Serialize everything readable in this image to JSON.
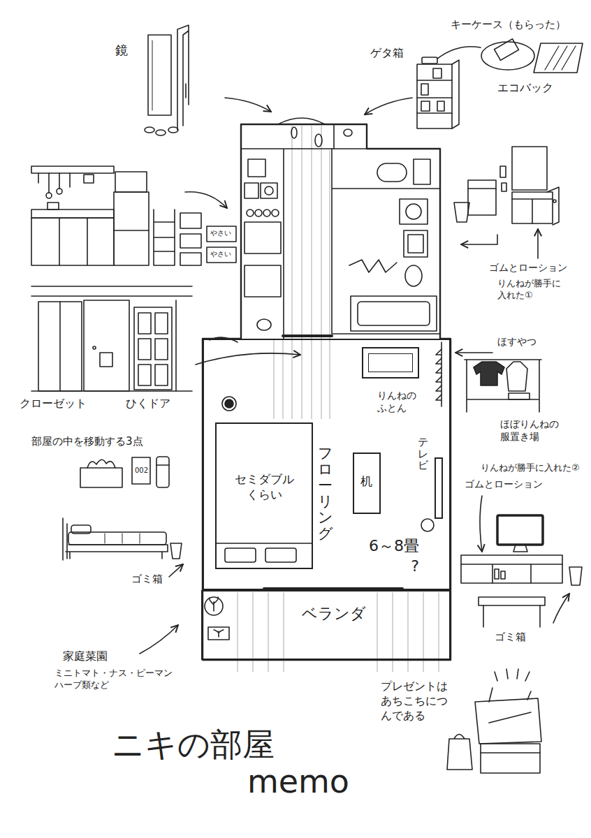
{
  "diagram": {
    "title": "ニキの部屋 memo",
    "nodes": [
      {
        "text": [
          "フローリング",
          "6～8畳 ?"
        ]
      },
      {
        "text": [
          "セミダブル くらい"
        ],
        "in": 0
      },
      {
        "text": [
          "机"
        ],
        "in": 0
      },
      {
        "text": [
          "りんねのふとん"
        ],
        "in": 0
      },
      {
        "text": [
          "テレビ"
        ],
        "in": 0
      },
      {
        "text": [
          "ベランダ"
        ]
      }
    ],
    "labels": [
      "鏡",
      "キーケース（もらった）",
      "ゲタ箱",
      "エコバック",
      "ゴムとローション",
      "りんねが勝手に入れた①",
      "ほすやつ",
      "ほぼりんねの服置き場",
      "りんねが勝手に入れた②",
      "ゴムとローション",
      "やさい",
      "やさい",
      "クローゼット",
      "ひくドア",
      "部屋の中を移動する3点",
      "002",
      "ゴミ箱",
      "ゴミ箱",
      "家庭菜園",
      "ミニトマト・ナス・ピーマン ハーブ類など",
      "プレゼントはあちこちにつんである"
    ]
  }
}
